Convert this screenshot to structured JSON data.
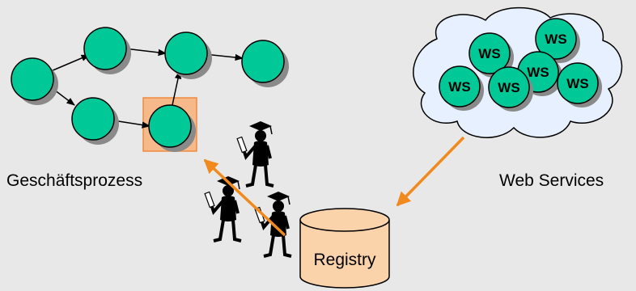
{
  "labels": {
    "process": "Geschäftsprozess",
    "web_services": "Web Services",
    "registry": "Registry",
    "ws": "WS"
  },
  "colors": {
    "background": "#e8e8e8",
    "node": "#00c896",
    "shadow": "#8a8a8a",
    "highlight": "#f5b98a",
    "highlight_border": "#f08a3c",
    "arrow": "#f08a1e",
    "cloud": "#e6f0ff",
    "registry": "#fbd3ab"
  },
  "icons": [
    "graduate-figure-icon"
  ]
}
